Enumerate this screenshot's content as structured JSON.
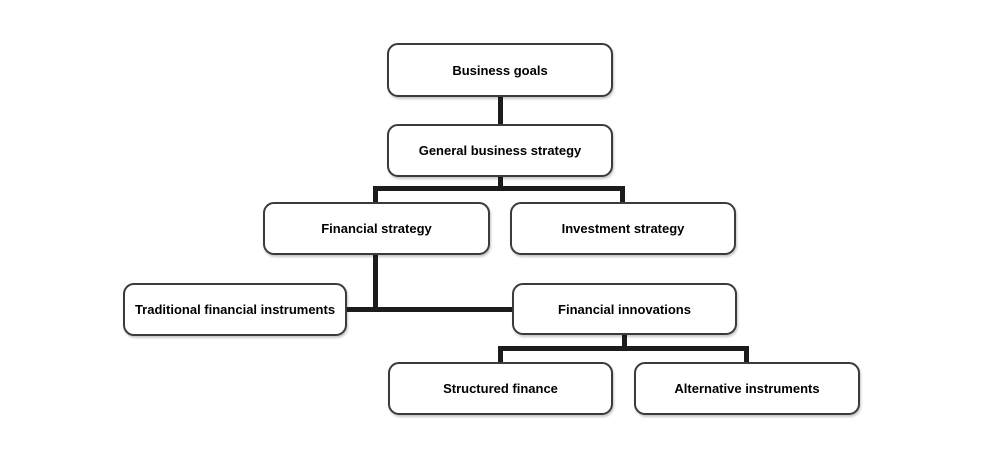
{
  "diagram": {
    "type": "flowchart",
    "background_color": "#ffffff",
    "node_fill_color": "#ffffff",
    "node_border_color": "#3b3b3b",
    "edge_color": "#1c1c1c",
    "text_color": "#000000",
    "nodes": [
      {
        "id": "business-goals",
        "label": "Business goals"
      },
      {
        "id": "general-business-strategy",
        "label": "General business strategy"
      },
      {
        "id": "financial-strategy",
        "label": "Financial strategy"
      },
      {
        "id": "investment-strategy",
        "label": "Investment strategy"
      },
      {
        "id": "traditional-financial-instruments",
        "label": "Traditional financial instruments"
      },
      {
        "id": "financial-innovations",
        "label": "Financial innovations"
      },
      {
        "id": "structured-finance",
        "label": "Structured finance"
      },
      {
        "id": "alternative-instruments",
        "label": "Alternative instruments"
      }
    ],
    "edges": [
      {
        "from": "business-goals",
        "to": "general-business-strategy"
      },
      {
        "from": "general-business-strategy",
        "to": "financial-strategy"
      },
      {
        "from": "general-business-strategy",
        "to": "investment-strategy"
      },
      {
        "from": "financial-strategy",
        "to": "traditional-financial-instruments"
      },
      {
        "from": "financial-strategy",
        "to": "financial-innovations"
      },
      {
        "from": "financial-innovations",
        "to": "structured-finance"
      },
      {
        "from": "financial-innovations",
        "to": "alternative-instruments"
      }
    ]
  }
}
